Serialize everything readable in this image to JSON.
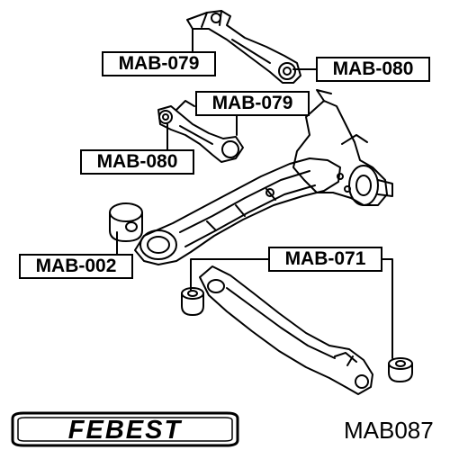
{
  "callouts": [
    {
      "label": "MAB-079"
    },
    {
      "label": "MAB-080"
    },
    {
      "label": "MAB-079"
    },
    {
      "label": "MAB-080"
    },
    {
      "label": "MAB-002"
    },
    {
      "label": "MAB-071"
    }
  ],
  "brand": {
    "name": "FEBEST"
  },
  "part_number": "MAB087"
}
